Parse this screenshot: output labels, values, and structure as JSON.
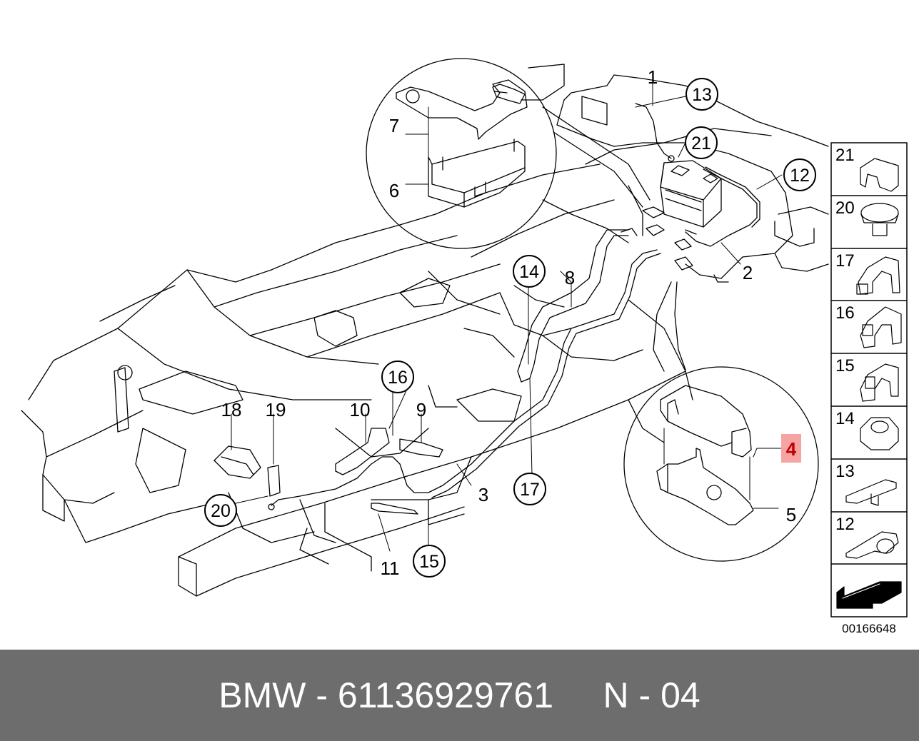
{
  "diagram": {
    "callouts_plain": [
      {
        "id": "c1",
        "label": "1"
      },
      {
        "id": "c2",
        "label": "2"
      },
      {
        "id": "c3",
        "label": "3"
      },
      {
        "id": "c5",
        "label": "5"
      },
      {
        "id": "c6",
        "label": "6"
      },
      {
        "id": "c7",
        "label": "7"
      },
      {
        "id": "c8",
        "label": "8"
      },
      {
        "id": "c9",
        "label": "9"
      },
      {
        "id": "c10",
        "label": "10"
      },
      {
        "id": "c11",
        "label": "11"
      },
      {
        "id": "c18",
        "label": "18"
      },
      {
        "id": "c19",
        "label": "19"
      }
    ],
    "callouts_circled": [
      {
        "id": "c12",
        "label": "12"
      },
      {
        "id": "c13",
        "label": "13"
      },
      {
        "id": "c14",
        "label": "14"
      },
      {
        "id": "c15",
        "label": "15"
      },
      {
        "id": "c16",
        "label": "16"
      },
      {
        "id": "c17",
        "label": "17"
      },
      {
        "id": "c20",
        "label": "20"
      },
      {
        "id": "c21",
        "label": "21"
      }
    ],
    "highlighted_callout": {
      "label": "4",
      "bg_color": "#f5a3a3",
      "text_color": "#c00000"
    },
    "parts_legend": [
      "21",
      "20",
      "17",
      "16",
      "15",
      "14",
      "13",
      "12"
    ],
    "diagram_number": "00166648"
  },
  "footer": {
    "text": "BMW - 61136929761     N - 04",
    "bg_color": "#6d6d6d",
    "text_color": "#ffffff"
  }
}
